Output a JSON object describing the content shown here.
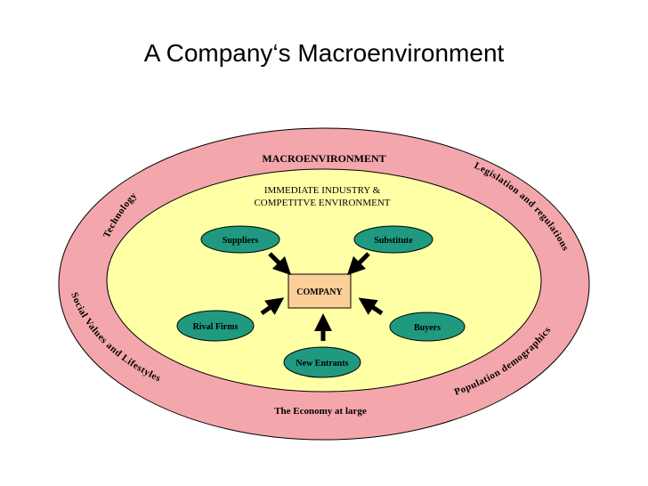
{
  "title": "A Company‘s Macroenvironment",
  "outer": {
    "label": "MACROENVIRONMENT",
    "fill": "#f4a6ad",
    "factors": {
      "technology": "Technology",
      "legislation": "Legislation and regulations",
      "social": "Social Values and Lifestyles",
      "population": "Population demographics",
      "economy": "The Economy at large"
    }
  },
  "inner": {
    "label_line1": "IMMEDIATE INDUSTRY &",
    "label_line2": "COMPETITVE ENVIRONMENT",
    "fill": "#ffffa6"
  },
  "company": {
    "label": "COMPANY",
    "fill": "#fccf98"
  },
  "forces": {
    "suppliers": "Suppliers",
    "substitute": "Substitute",
    "rival": "Rival Firms",
    "buyers": "Buyers",
    "new_entrants": "New Entrants",
    "fill": "#1f9a80"
  }
}
